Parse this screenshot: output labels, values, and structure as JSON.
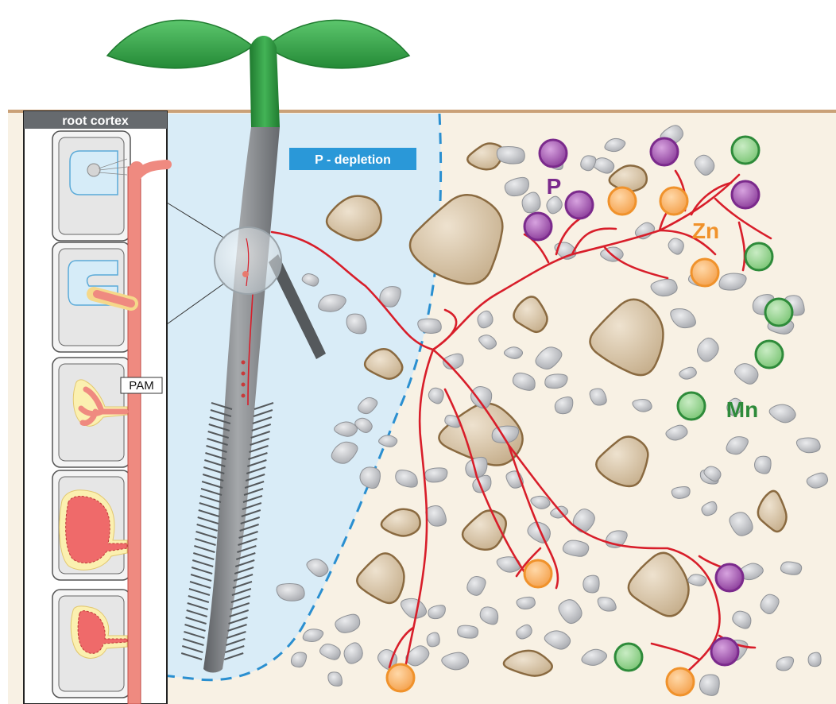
{
  "inset": {
    "title": "root cortex",
    "pam_label": "PAM"
  },
  "depletion_label": "P - depletion",
  "nutrients": {
    "p": {
      "label": "P",
      "color": "#7b2a8c"
    },
    "zn": {
      "label": "Zn",
      "color": "#f0922b"
    },
    "mn": {
      "label": "Mn",
      "color": "#2e8b3a"
    }
  },
  "colors": {
    "soil": "#f8f1e4",
    "soil_edge": "#caa178",
    "depletion_zone": "#d9ecf7",
    "depletion_border": "#2a8fd0",
    "hyphae": "#d81e2a",
    "hypha_inset": "#ef8a80",
    "grain_sand": "#dccbb2",
    "grain_sand_edge": "#8a6a40",
    "grain_gray": "#c9cbcf",
    "leaf": "#34a84a",
    "stem": "#7a7d80"
  }
}
